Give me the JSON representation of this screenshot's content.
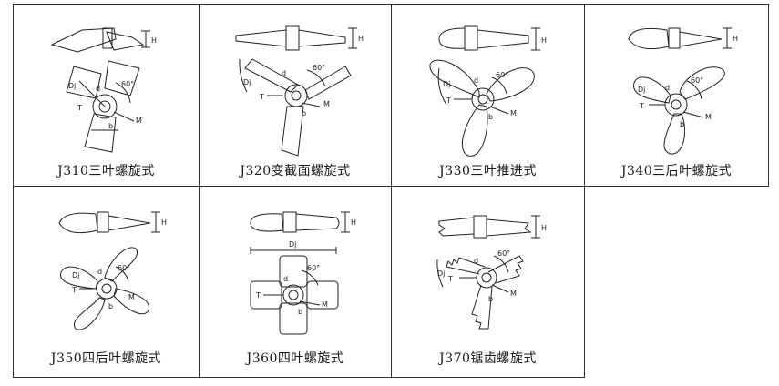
{
  "cells": [
    {
      "caption": "J310三叶螺旋式",
      "labels": {
        "H": "H",
        "Dj": "Dj",
        "d": "d",
        "angle": "60°",
        "T": "T",
        "b": "b",
        "M": "M"
      }
    },
    {
      "caption": "J320变截面螺旋式",
      "labels": {
        "H": "H",
        "Dj": "Dj",
        "d": "d",
        "angle": "60°",
        "T": "T",
        "b": "b",
        "M": "M"
      }
    },
    {
      "caption": "J330三叶推进式",
      "labels": {
        "H": "H",
        "Dj": "Dj",
        "d": "d",
        "angle": "60°",
        "T": "T",
        "b": "b",
        "M": "M"
      }
    },
    {
      "caption": "J340三后叶螺旋式",
      "labels": {
        "H": "H",
        "Dj": "Dj",
        "d": "d",
        "angle": "60°",
        "T": "T",
        "b": "b",
        "M": "M"
      }
    },
    {
      "caption": "J350四后叶螺旋式",
      "labels": {
        "H": "H",
        "Dj": "Dj",
        "d": "d",
        "angle": "60°",
        "T": "T",
        "b": "b",
        "M": "M"
      }
    },
    {
      "caption": "J360四叶螺旋式",
      "labels": {
        "H": "H",
        "Dj": "Dj",
        "d": "d",
        "angle": "60°",
        "T": "T",
        "b": "b",
        "M": "M"
      }
    },
    {
      "caption": "J370锯齿螺旋式",
      "labels": {
        "H": "H",
        "Dj": "Dj",
        "d": "d",
        "angle": "60°",
        "T": "T",
        "b": "b",
        "M": "M"
      }
    }
  ]
}
